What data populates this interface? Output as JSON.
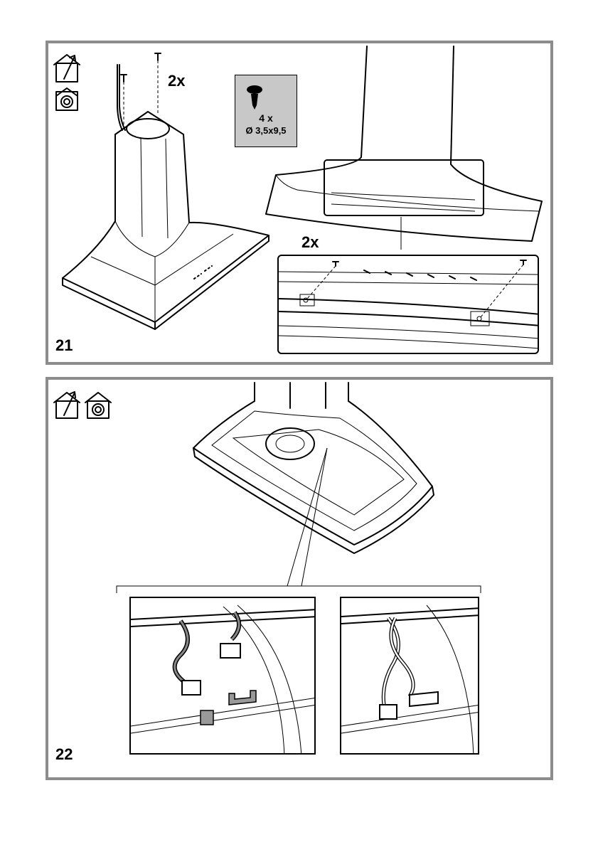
{
  "step21": {
    "number": "21",
    "count_label_left": "2x",
    "count_label_right": "2x",
    "screw_quantity": "4 x",
    "screw_size": "Ø 3,5x9,5",
    "icons": [
      "house-external-vent-icon",
      "house-recirculation-icon"
    ]
  },
  "step22": {
    "number": "22",
    "icons": [
      "house-external-vent-icon",
      "house-recirculation-icon"
    ]
  }
}
